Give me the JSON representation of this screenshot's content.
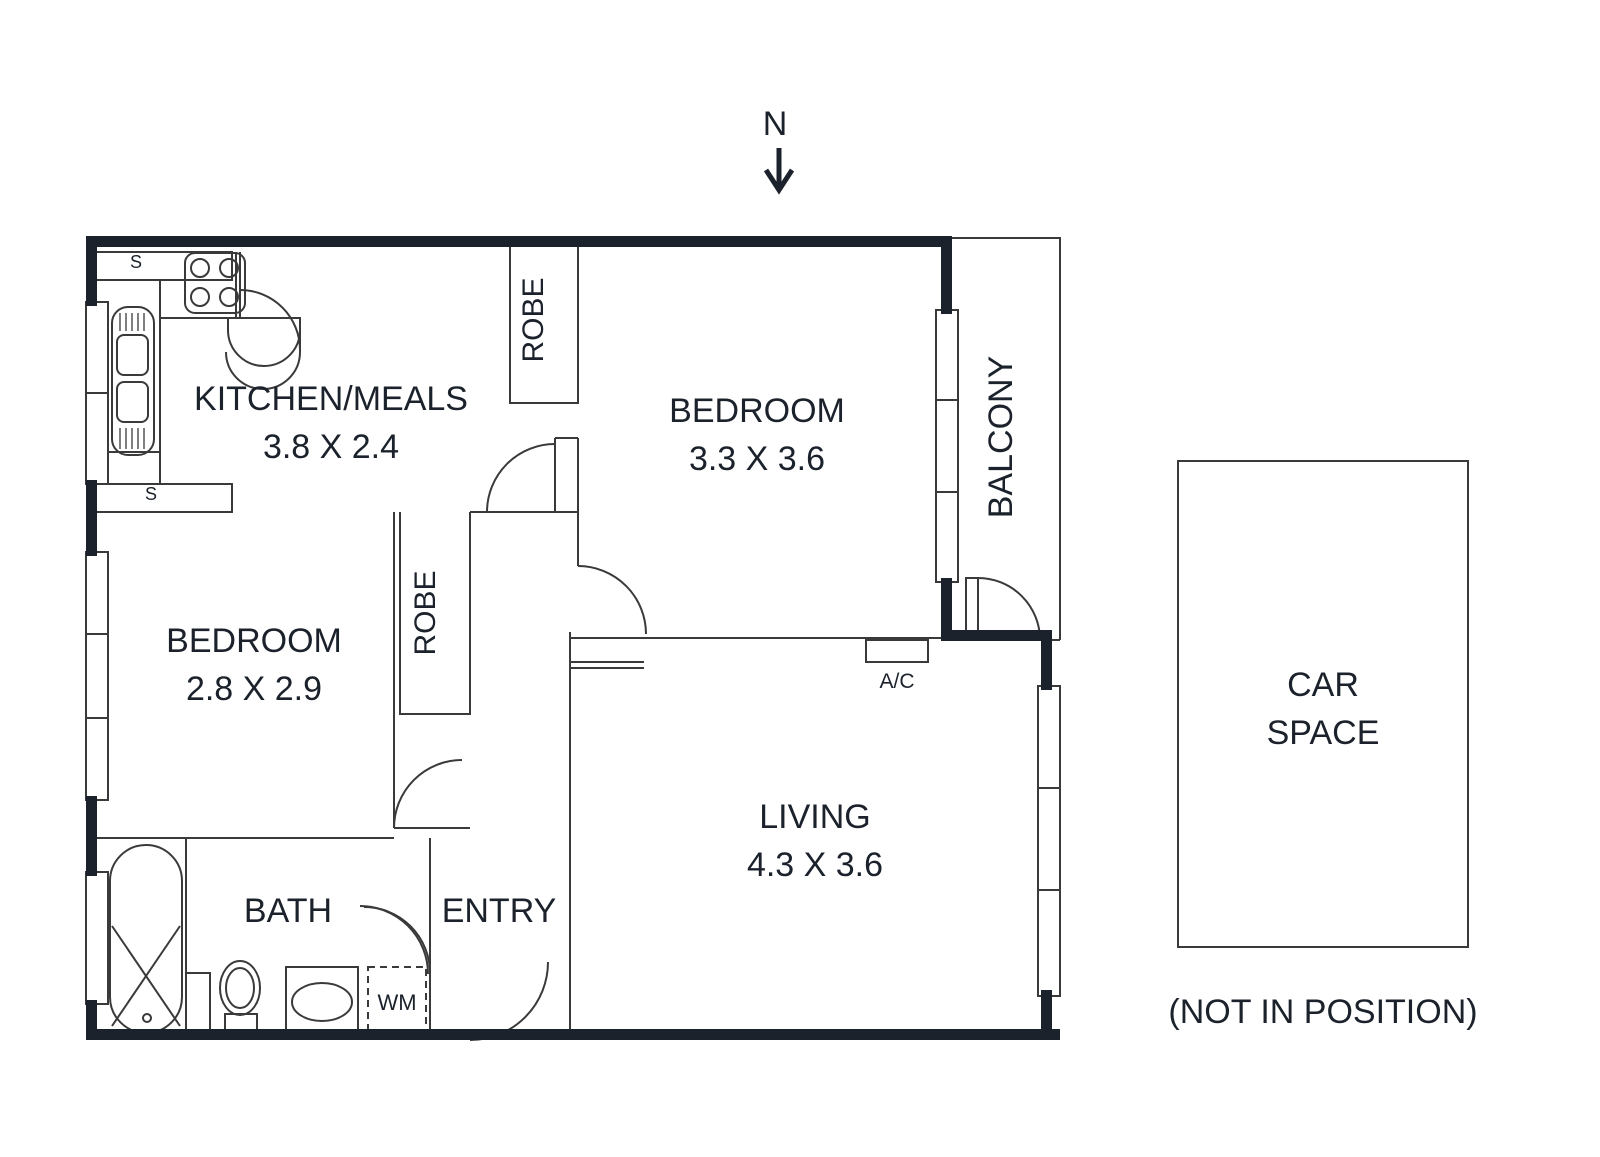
{
  "plan": {
    "orientation": {
      "label": "N",
      "arrow": "down-arrow-icon"
    },
    "rooms": [
      {
        "id": "kitchen_meals",
        "name": "KITCHEN/MEALS",
        "dimensions": "3.8 X 2.4"
      },
      {
        "id": "bedroom_main",
        "name": "BEDROOM",
        "dimensions": "3.3 X 3.6"
      },
      {
        "id": "bedroom_second",
        "name": "BEDROOM",
        "dimensions": "2.8 X 2.9"
      },
      {
        "id": "living",
        "name": "LIVING",
        "dimensions": "4.3 X 3.6"
      },
      {
        "id": "bath",
        "name": "BATH",
        "dimensions": ""
      },
      {
        "id": "entry",
        "name": "ENTRY",
        "dimensions": ""
      },
      {
        "id": "balcony",
        "name": "BALCONY",
        "dimensions": ""
      }
    ],
    "robes": [
      {
        "id": "robe_bedroom_main",
        "label": "ROBE"
      },
      {
        "id": "robe_bedroom_second",
        "label": "ROBE"
      }
    ],
    "shelves": [
      {
        "id": "shelf_top",
        "label": "S"
      },
      {
        "id": "shelf_bottom",
        "label": "S"
      }
    ],
    "appliances": [
      {
        "id": "air_conditioner",
        "label": "A/C"
      },
      {
        "id": "washing_machine",
        "label": "WM"
      }
    ],
    "car_space": {
      "label_line1": "CAR",
      "label_line2": "SPACE",
      "note": "(NOT IN POSITION)"
    }
  },
  "style": {
    "wall_color": "#1b222b",
    "line_color": "#3a3a3a",
    "text_color": "#1b222b",
    "background": "#ffffff"
  }
}
